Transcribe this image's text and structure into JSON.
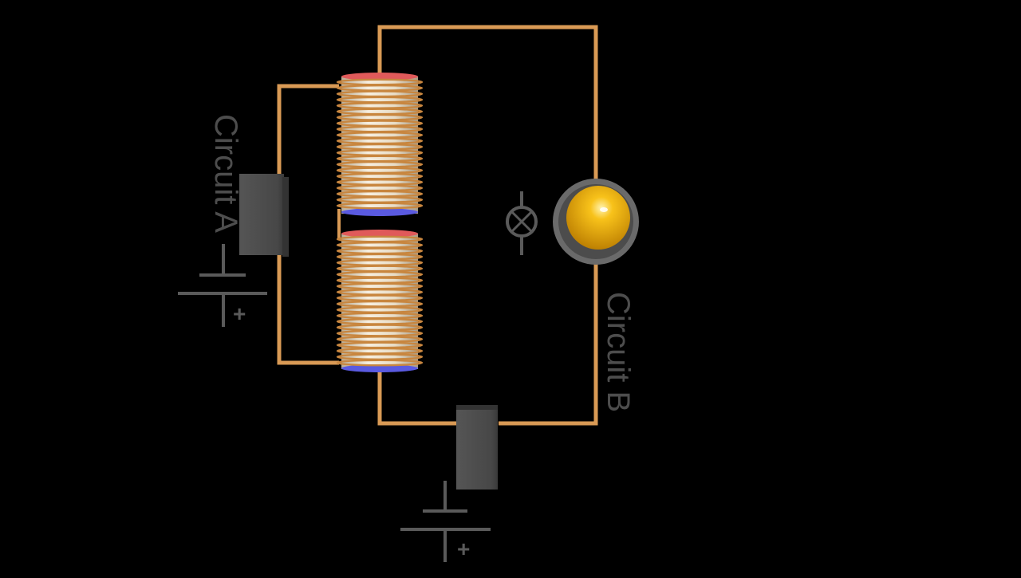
{
  "diagram": {
    "circuit_a_label": "Circuit A",
    "circuit_b_label": "Circuit B",
    "battery_a_plus": "+",
    "battery_b_plus": "+"
  },
  "colors": {
    "background": "#000000",
    "wire": "#d99a55",
    "label": "#4d4d4d",
    "symbol": "#5a5a5a",
    "coil_cap_top": "#e05a5a",
    "coil_cap_bottom": "#5a5ae0",
    "coil_body": "#e9ddc8",
    "bulb": "#f4b400",
    "bulb_ring": "#6a6a6a",
    "switch_block": "#4a4a4a"
  },
  "coils": {
    "turns_per_coil": 22
  }
}
